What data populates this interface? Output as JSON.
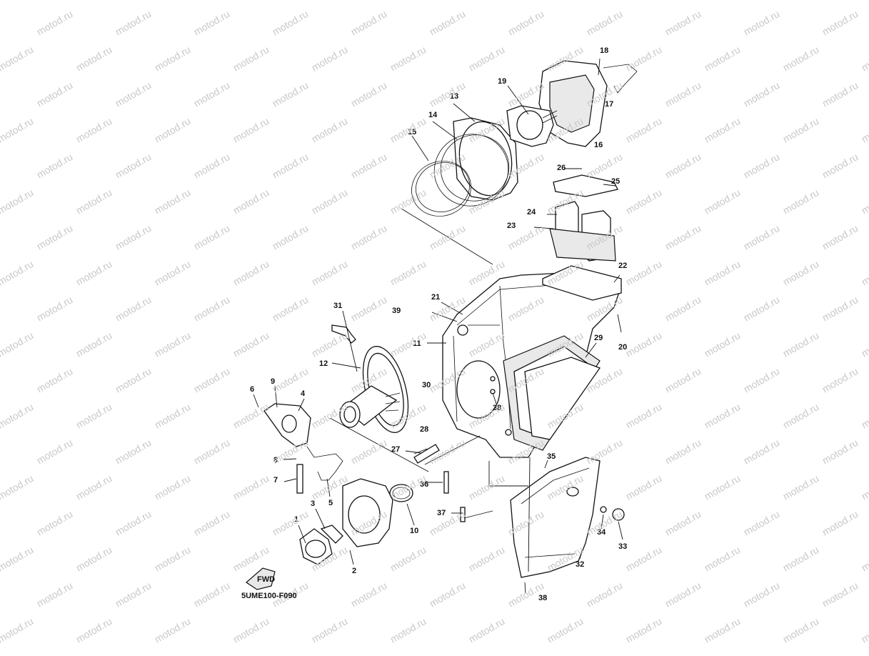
{
  "watermark": {
    "text": "motod.ru",
    "color": "#c8c8c8"
  },
  "diagram": {
    "code": "5UME100-F090",
    "fwd_label": "FWD",
    "callouts": [
      "1",
      "2",
      "3",
      "4",
      "5",
      "6",
      "7",
      "8",
      "9",
      "10",
      "11",
      "12",
      "13",
      "14",
      "15",
      "16",
      "17",
      "18",
      "19",
      "20",
      "21",
      "22",
      "23",
      "24",
      "25",
      "26",
      "27",
      "28",
      "29",
      "30",
      "31",
      "32",
      "33",
      "34",
      "35",
      "36",
      "37",
      "38",
      "38",
      "39"
    ]
  }
}
